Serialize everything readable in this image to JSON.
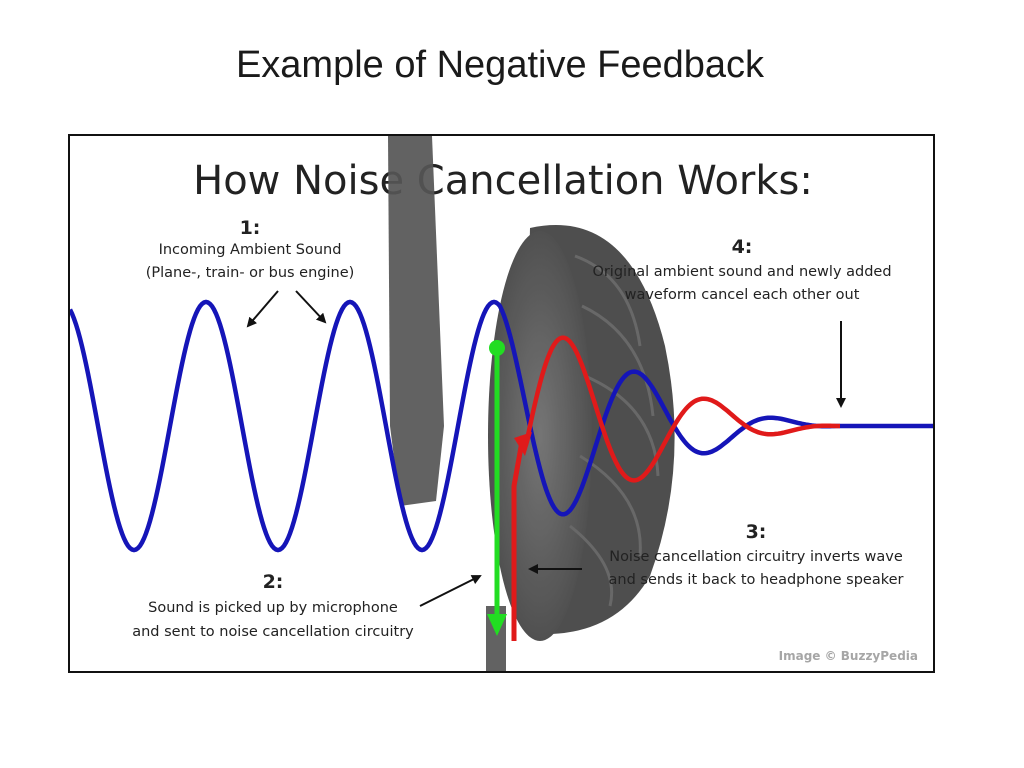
{
  "slide": {
    "title": "Example of Negative Feedback"
  },
  "figure": {
    "title": "How Noise Cancellation Works:",
    "steps": [
      {
        "number": "1:",
        "lines": [
          "Incoming Ambient Sound",
          "(Plane-, train- or bus engine)"
        ]
      },
      {
        "number": "2:",
        "lines": [
          "Sound is picked up by microphone",
          "and sent to noise cancellation circuitry"
        ]
      },
      {
        "number": "3:",
        "lines": [
          "Noise cancellation circuitry inverts wave",
          "and sends it back to headphone speaker"
        ]
      },
      {
        "number": "4:",
        "lines": [
          "Original ambient sound and newly added",
          "waveform cancel each other out"
        ]
      }
    ],
    "credit": "Image © BuzzyPedia",
    "colors": {
      "ambient_wave": "#1515b8",
      "inverted_wave": "#e01a1a",
      "microphone_signal": "#22dd22",
      "headphone": "#4a4a4a"
    }
  }
}
